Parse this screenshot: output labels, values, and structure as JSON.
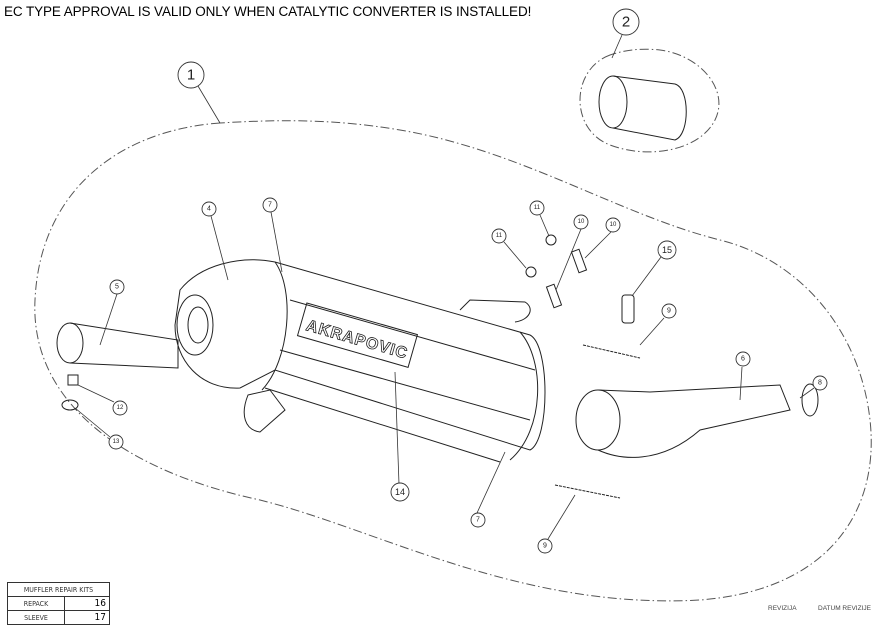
{
  "warning": "EC TYPE APPROVAL IS VALID ONLY WHEN CATALYTIC CONVERTER IS INSTALLED!",
  "callouts": {
    "c1": "1",
    "c2": "2",
    "c4": "4",
    "c5": "5",
    "c6": "6",
    "c7a": "7",
    "c7b": "7",
    "c8": "8",
    "c9a": "9",
    "c9b": "9",
    "c10a": "10",
    "c10b": "10",
    "c11a": "11",
    "c11b": "11",
    "c12": "12",
    "c13": "13",
    "c14": "14",
    "c15": "15"
  },
  "brand_logo": "AKRAPOVIC",
  "repair_kits": {
    "title": "MUFFLER REPAIR KITS",
    "rows": [
      {
        "label": "REPACK",
        "value": "16"
      },
      {
        "label": "SLEEVE",
        "value": "17"
      }
    ]
  },
  "footer": {
    "revision": "REVIZIJA",
    "revision_date": "DATUM REVIZIJE"
  }
}
